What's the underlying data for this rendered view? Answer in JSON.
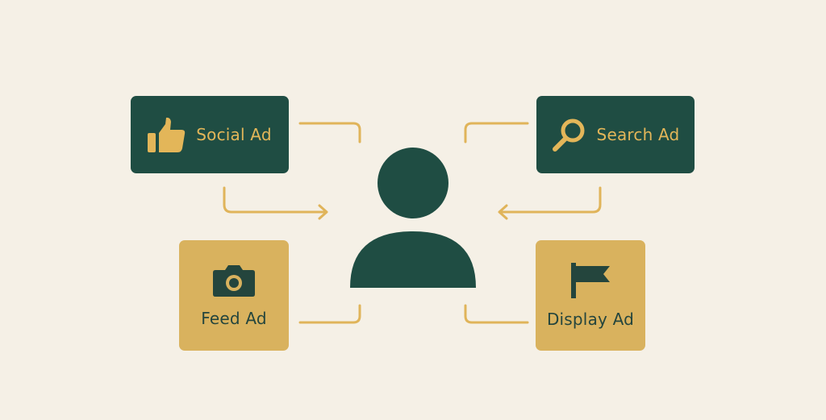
{
  "diagram": {
    "center_icon": "user-icon",
    "colors": {
      "background": "#f5f0e6",
      "dark_green": "#1f4d43",
      "gold": "#d9b25e",
      "connector": "#e0b45a"
    },
    "nodes": {
      "social_ad": {
        "label": "Social Ad",
        "icon": "thumbs-up-icon"
      },
      "search_ad": {
        "label": "Search Ad",
        "icon": "magnifier-icon"
      },
      "feed_ad": {
        "label": "Feed Ad",
        "icon": "camera-icon"
      },
      "display_ad": {
        "label": "Display Ad",
        "icon": "flag-icon"
      }
    }
  }
}
